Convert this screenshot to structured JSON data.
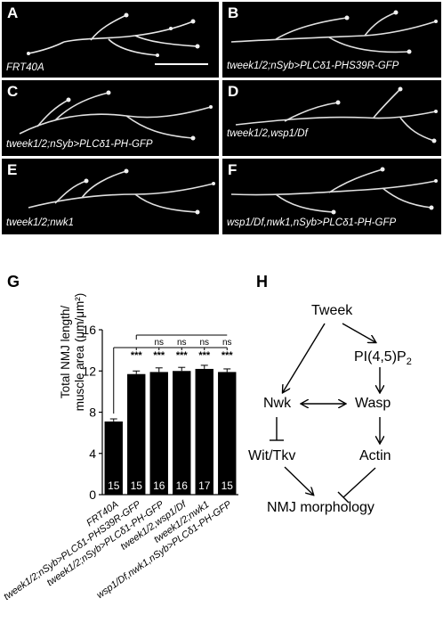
{
  "panels": [
    {
      "letter": "A",
      "genotype": "FRT40A"
    },
    {
      "letter": "B",
      "genotype": "tweek1/2;nSyb>PLCδ1-PHS39R-GFP"
    },
    {
      "letter": "C",
      "genotype": "tweek1/2;nSyb>PLCδ1-PH-GFP"
    },
    {
      "letter": "D",
      "genotype": "tweek1/2,wsp1/Df"
    },
    {
      "letter": "E",
      "genotype": "tweek1/2;nwk1"
    },
    {
      "letter": "F",
      "genotype": "wsp1/Df,nwk1,nSyb>PLCδ1-PH-GFP"
    }
  ],
  "panel_g_letter": "G",
  "panel_h_letter": "H",
  "chart_data": {
    "type": "bar",
    "categories": [
      "FRT40A",
      "tweek1/2;nSyb>PLCδ1-PHS39R-GFP",
      "tweek1/2;nSyb>PLCδ1-PH-GFP",
      "tweek1/2,wsp1/Df",
      "tweek1/2;nwk1",
      "wsp1/Df,nwk1,nSyb>PLCδ1-PH-GFP"
    ],
    "values": [
      7.1,
      11.7,
      11.9,
      12.0,
      12.2,
      11.9
    ],
    "errors": [
      0.25,
      0.3,
      0.4,
      0.35,
      0.35,
      0.3
    ],
    "n": [
      "15",
      "15",
      "16",
      "16",
      "17",
      "15"
    ],
    "ylabel_line1": "Total NMJ length/",
    "ylabel_line2": "muscle area (μm/μm²)",
    "yticks": [
      "0",
      "4",
      "8",
      "12",
      "16"
    ],
    "ylim": [
      0,
      16
    ],
    "significance_vs_control": [
      "***",
      "***",
      "***",
      "***",
      "***"
    ],
    "significance_vs_b": [
      "ns",
      "ns",
      "ns",
      "ns"
    ]
  },
  "diagram": {
    "tweek": "Tweek",
    "pip2": "PI(4,5)P",
    "pip2_sub": "2",
    "nwk": "Nwk",
    "wasp": "Wasp",
    "witkv": "Wit/Tkv",
    "actin": "Actin",
    "nmj": "NMJ morphology"
  }
}
